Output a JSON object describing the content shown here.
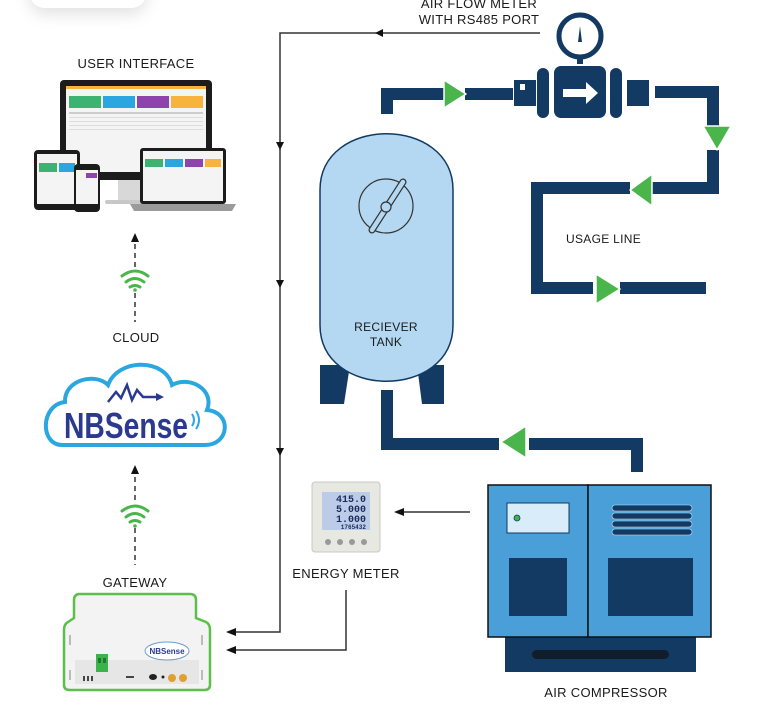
{
  "labels": {
    "user_interface": "USER INTERFACE",
    "cloud": "CLOUD",
    "gateway": "GATEWAY",
    "energy_meter": "ENERGY METER",
    "air_flow_meter_line1": "AIR FLOW METER",
    "air_flow_meter_line2": "WITH RS485 PORT",
    "receiver_tank_line1": "RECIEVER",
    "receiver_tank_line2": "TANK",
    "usage_line": "USAGE LINE",
    "air_compressor": "AIR COMPRESSOR"
  },
  "cloud_logo": {
    "text": "NBSense"
  },
  "gateway_logo": {
    "text": "NBSense"
  },
  "energy_meter_display": {
    "line1": "415.0",
    "line2": "5.000",
    "line3": "1.000",
    "line4": "1765432"
  },
  "colors": {
    "pipe": "#123a63",
    "flow_arrow": "#4ab54a",
    "tank_fill": "#b4d8f2",
    "compressor_body": "#4a9fd8",
    "wifi": "#4ab54a",
    "cloud_outline": "#2aa6e0",
    "logo_text": "#2b3a8f"
  }
}
